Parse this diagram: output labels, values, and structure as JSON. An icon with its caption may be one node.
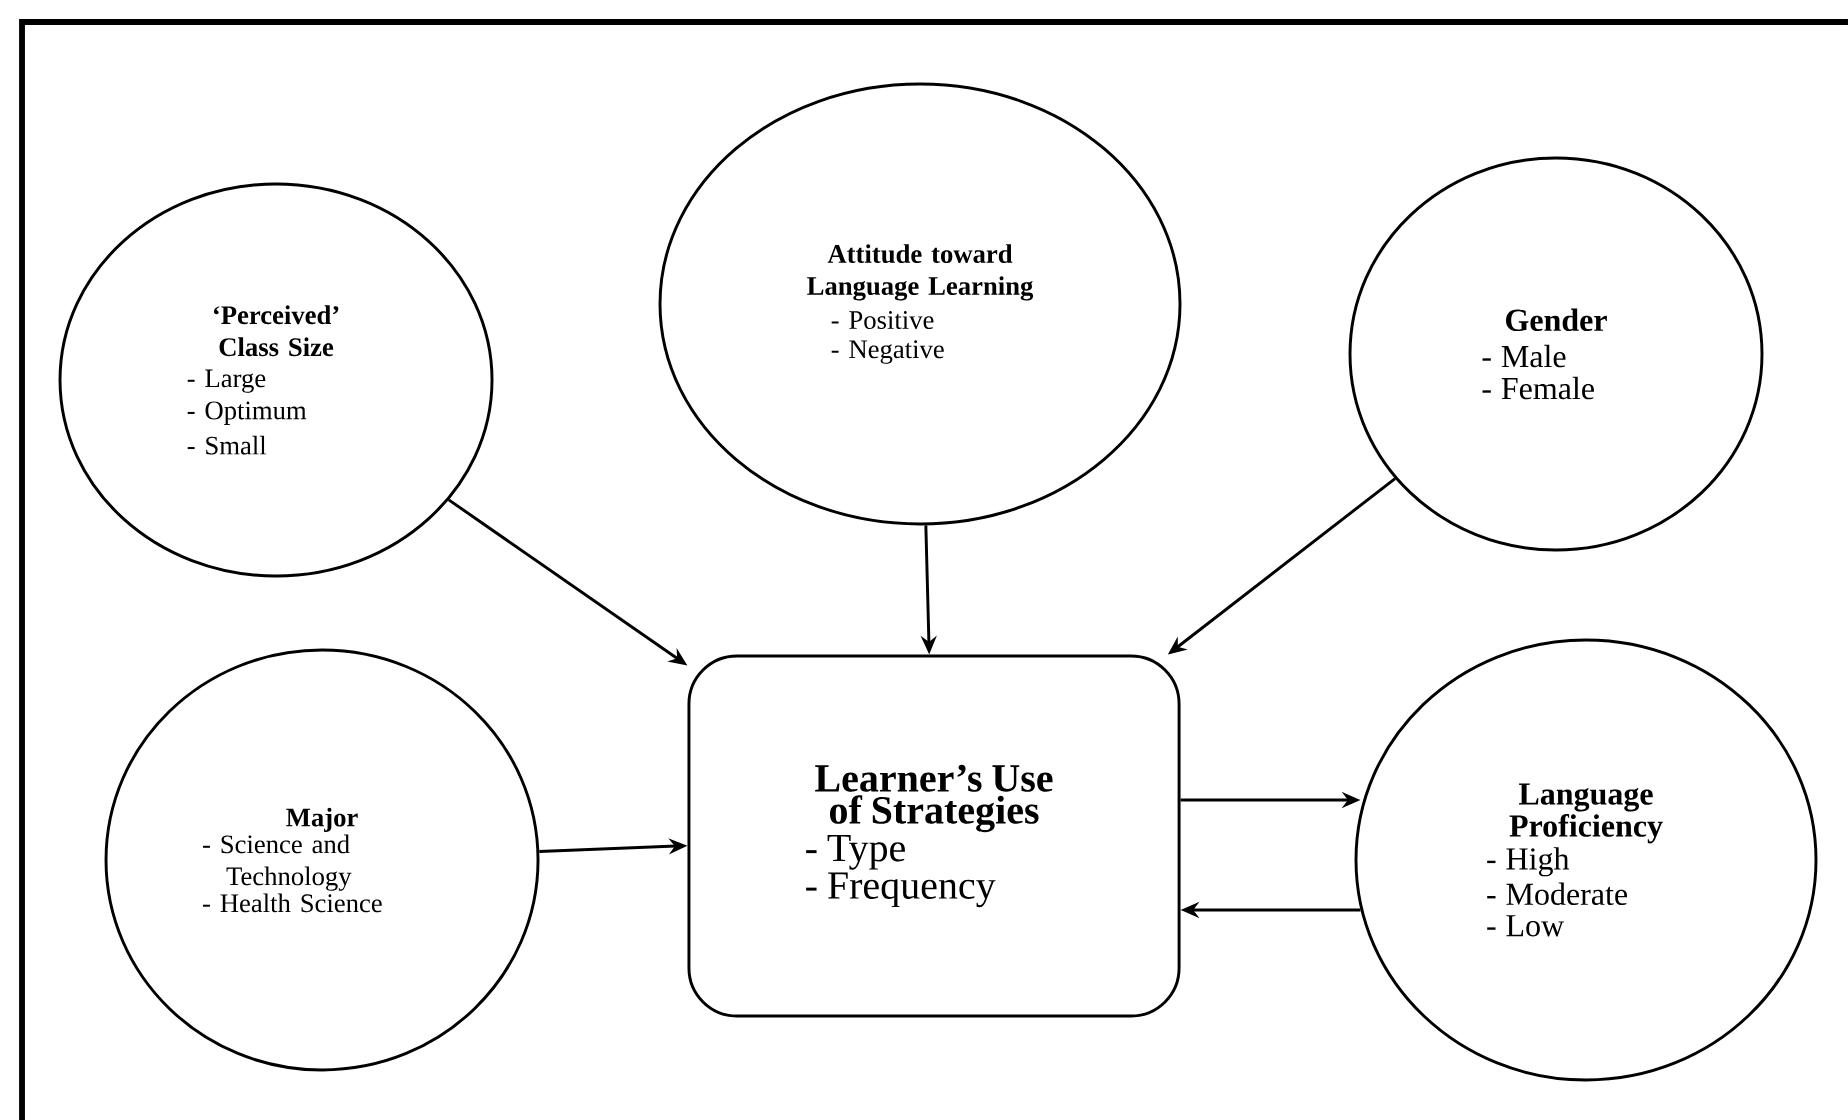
{
  "diagram": {
    "nodes": [
      {
        "text": [
          "‘Perceived’ Class Size",
          "- Large",
          "- Optimum",
          "- Small"
        ]
      },
      {
        "text": [
          "Attitude toward Language Learning",
          "- Positive",
          "- Negative"
        ]
      },
      {
        "text": [
          "Gender",
          "- Male",
          "- Female"
        ]
      },
      {
        "text": [
          "Major",
          "- Science and Technology",
          "- Health Science"
        ]
      },
      {
        "text": [
          "Learner’s Use of Strategies",
          "- Type",
          "- Frequency"
        ]
      },
      {
        "text": [
          "Language Proficiency",
          "- High",
          "- Moderate",
          "- Low"
        ]
      }
    ],
    "edges": [
      {
        "from": 0,
        "to": 4,
        "arrow": "to"
      },
      {
        "from": 1,
        "to": 4,
        "arrow": "to"
      },
      {
        "from": 2,
        "to": 4,
        "arrow": "to"
      },
      {
        "from": 3,
        "to": 4,
        "arrow": "to"
      },
      {
        "from": 4,
        "to": 5,
        "arrow": "to"
      },
      {
        "from": 5,
        "to": 4,
        "arrow": "to"
      }
    ]
  }
}
